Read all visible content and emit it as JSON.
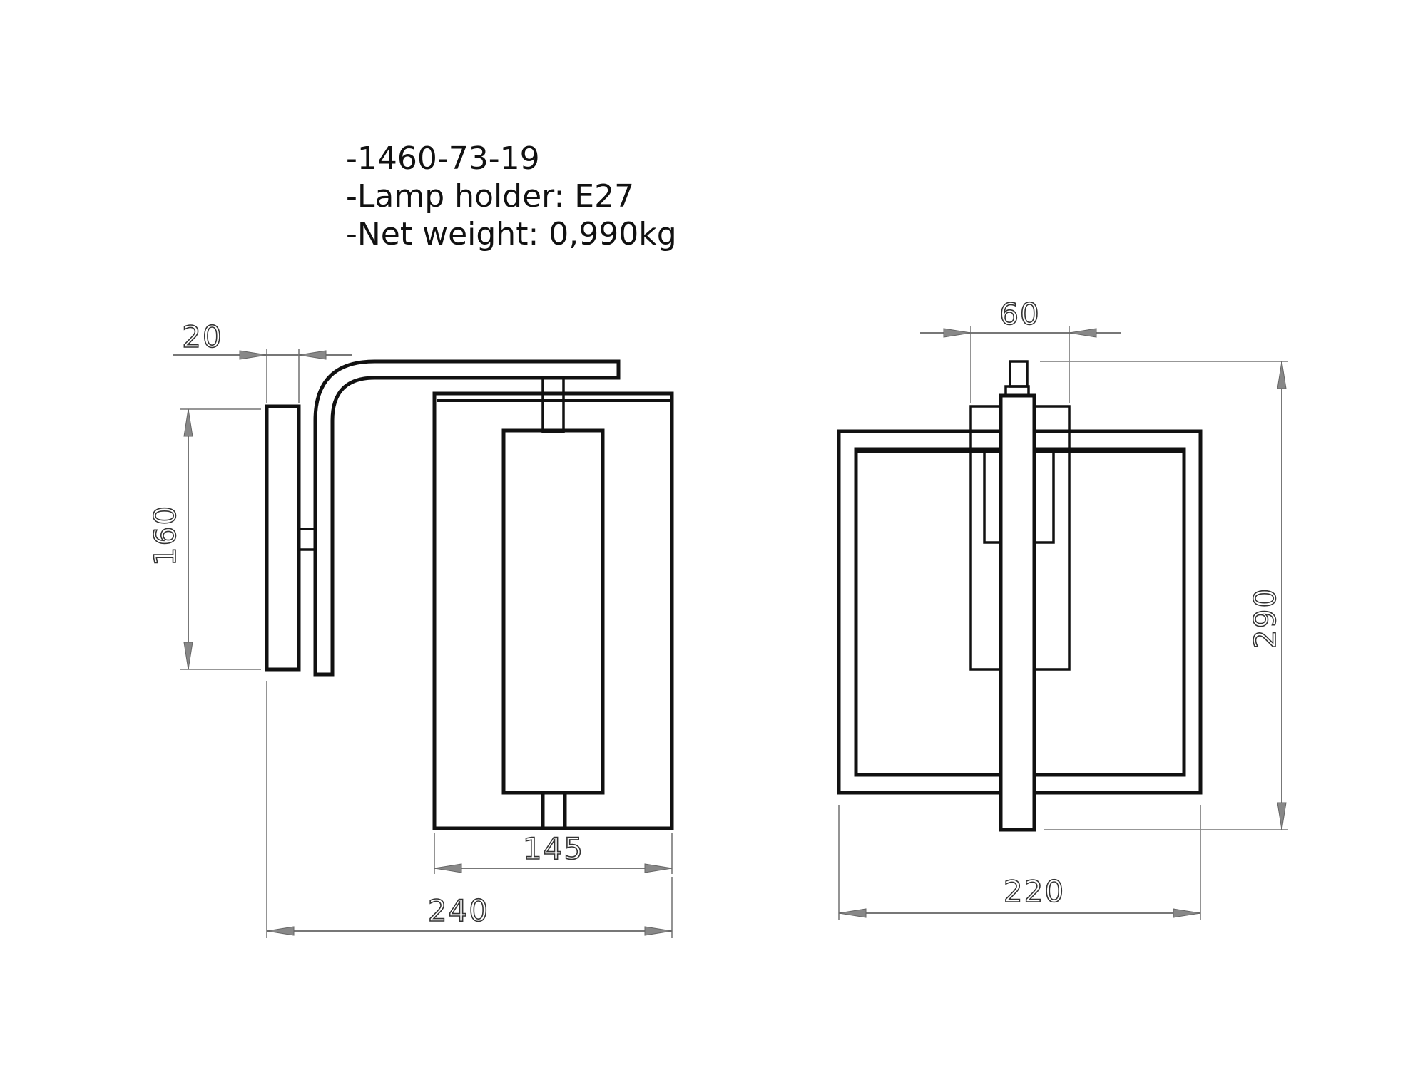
{
  "specs": {
    "code": "-1460-73-19",
    "lamp_holder": "-Lamp holder: E27",
    "net_weight": "-Net weight: 0,990kg"
  },
  "side_view": {
    "dim_plate_depth": "20",
    "dim_plate_height": "160",
    "dim_shade_width": "145",
    "dim_total_depth": "240"
  },
  "front_view": {
    "dim_mount_width": "60",
    "dim_total_height": "290",
    "dim_total_width": "220"
  },
  "colors": {
    "line": "#111111",
    "dimension": "#777777"
  }
}
